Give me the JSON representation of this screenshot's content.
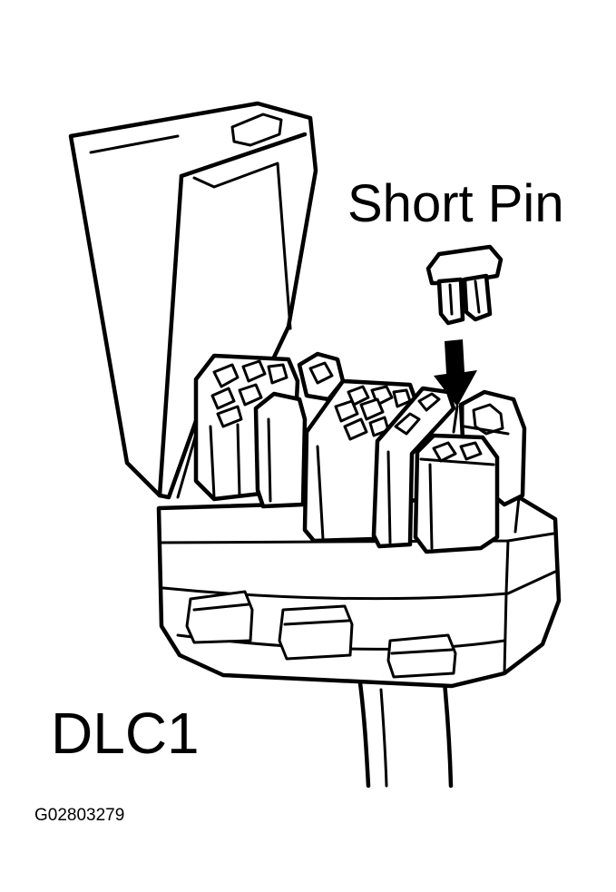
{
  "figure": {
    "component_label": "DLC1",
    "callout_label": "Short Pin",
    "figure_code": "G02803279"
  },
  "icons": {
    "insert_direction": "arrow-down-icon"
  },
  "colors": {
    "ink": "#000000",
    "paper": "#ffffff"
  }
}
